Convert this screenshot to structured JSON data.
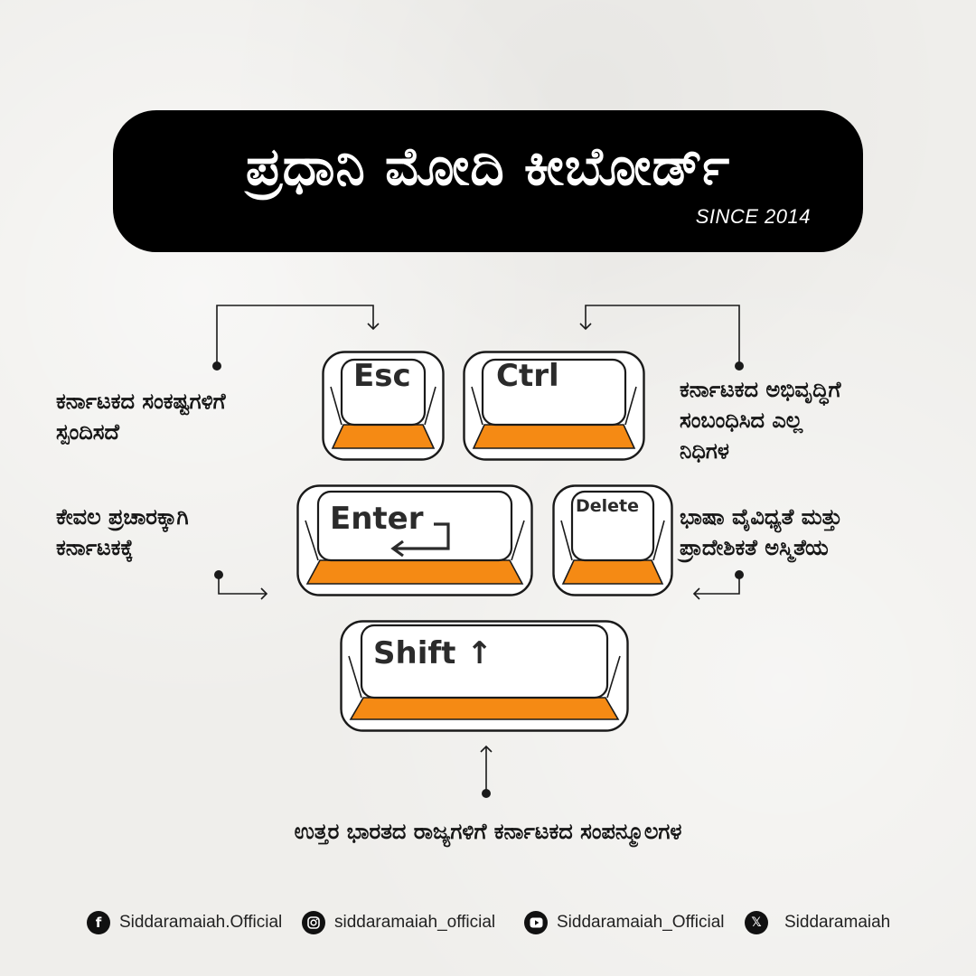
{
  "colors": {
    "accent": "#f58a14",
    "title_bg": "#000000",
    "ink": "#1a1a1a"
  },
  "header": {
    "title": "ಪ್ರಧಾನಿ ಮೋದಿ ಕೀಬೋರ್ಡ್",
    "subtitle": "SINCE 2014"
  },
  "keys": {
    "esc": "Esc",
    "ctrl": "Ctrl",
    "enter": "Enter",
    "delete": "Delete",
    "shift": "Shift ↑"
  },
  "annotations": {
    "esc": [
      "ಕರ್ನಾಟಕದ ಸಂಕಷ್ಟಗಳಿಗೆ",
      "ಸ್ಪಂದಿಸದೆ"
    ],
    "ctrl": [
      "ಕರ್ನಾಟಕದ ಅಭಿವೃದ್ಧಿಗೆ",
      "ಸಂಬಂಧಿಸಿದ ಎಲ್ಲ",
      "ನಿಧಿಗಳ"
    ],
    "enter": [
      "ಕೇವಲ ಪ್ರಚಾರಕ್ಕಾಗಿ",
      "ಕರ್ನಾಟಕಕ್ಕೆ"
    ],
    "delete": [
      "ಭಾಷಾ ವೈವಿಧ್ಯತೆ ಮತ್ತು",
      "ಪ್ರಾದೇಶಿಕತೆ ಅಸ್ಮಿತೆಯ"
    ],
    "shift": "ಉತ್ತರ ಭಾರತದ ರಾಜ್ಯಗಳಿಗೆ ಕರ್ನಾಟಕದ ಸಂಪನ್ಮೂಲಗಳ"
  },
  "footer": {
    "facebook": {
      "icon": "facebook-icon",
      "label": "Siddaramaiah.Official"
    },
    "instagram": {
      "icon": "instagram-icon",
      "label": "siddaramaiah_official"
    },
    "youtube": {
      "icon": "youtube-icon",
      "label": "Siddaramaiah_Official"
    },
    "x": {
      "icon": "x-icon",
      "label": "Siddaramaiah"
    }
  }
}
